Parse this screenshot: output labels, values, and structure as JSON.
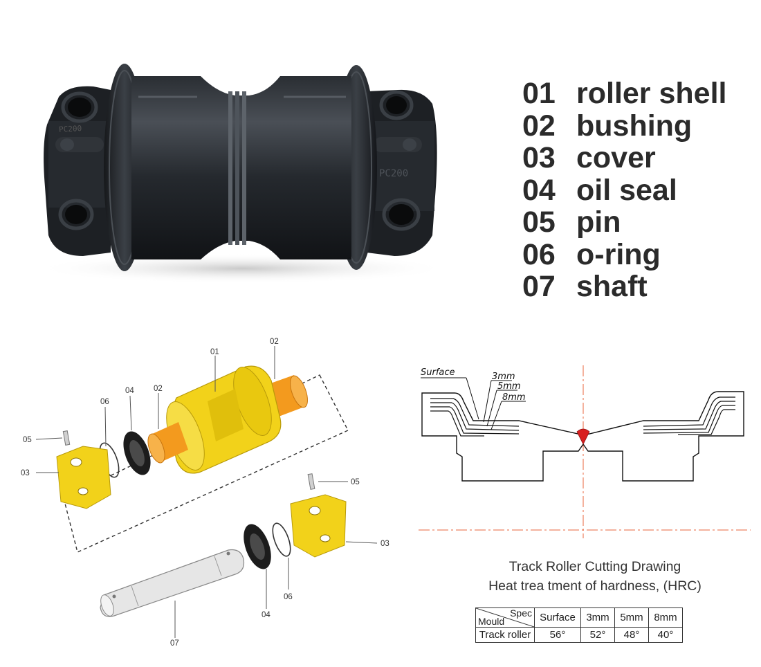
{
  "parts_legend": [
    {
      "num": "01",
      "name": "roller shell"
    },
    {
      "num": "02",
      "name": "bushing"
    },
    {
      "num": "03",
      "name": "cover"
    },
    {
      "num": "04",
      "name": "oil seal"
    },
    {
      "num": "05",
      "name": "pin"
    },
    {
      "num": "06",
      "name": "o-ring"
    },
    {
      "num": "07",
      "name": "shaft"
    }
  ],
  "product_photo": {
    "cast_marking_side": "PC200",
    "cast_marking_top": "PC200"
  },
  "exploded_view": {
    "callouts": {
      "roller_shell": "01",
      "bushing_right": "02",
      "bushing_left": "02",
      "oil_seal_left": "04",
      "oring_left": "06",
      "pin_left": "05",
      "cover_left": "03",
      "pin_right": "05",
      "cover_right": "03",
      "oring_right": "06",
      "oil_seal_right": "04",
      "shaft": "07"
    },
    "colors": {
      "housing": "#f2d21a",
      "bushing": "#f39a1e",
      "seal": "#1c1c1c",
      "shaft": "#e6e6e6"
    }
  },
  "cutting_drawing": {
    "depth_labels": {
      "surface": "Surface",
      "d3": "3mm",
      "d5": "5mm",
      "d8": "8mm"
    },
    "title": "Track Roller Cutting Drawing",
    "subtitle": "Heat trea tment of hardness, (HRC)",
    "table": {
      "corner_top": "Spec",
      "corner_bottom": "Mould",
      "headers": [
        "Surface",
        "3mm",
        "5mm",
        "8mm"
      ],
      "row_label": "Track roller",
      "values": [
        "56°",
        "52°",
        "48°",
        "40°"
      ]
    },
    "colors": {
      "centerline": "#e8643c",
      "marker": "#d81f1f"
    }
  }
}
